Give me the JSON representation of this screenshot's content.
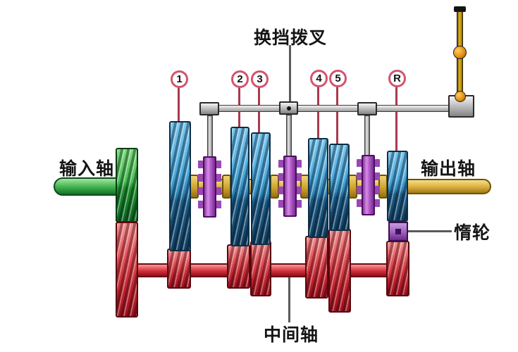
{
  "diagram": {
    "type": "manual-transmission-gearbox-diagram",
    "labels": {
      "shift_fork": "换挡拨叉",
      "input_shaft": "输入轴",
      "output_shaft": "输出轴",
      "counter_shaft": "中间轴",
      "idler_gear": "惰轮"
    },
    "gear_badges": [
      {
        "label": "1"
      },
      {
        "label": "2"
      },
      {
        "label": "3"
      },
      {
        "label": "4"
      },
      {
        "label": "5"
      },
      {
        "label": "R"
      }
    ],
    "colors": {
      "background": "#ffffff",
      "gear_blue_light": "#5fb7e6",
      "gear_blue_dark": "#174e74",
      "gear_green_light": "#55c862",
      "gear_green_dark": "#0f7a22",
      "gear_red_light": "#f59090",
      "gear_red_dark": "#9a0f1c",
      "synchro_purple": "#b05cc8",
      "idler_purple": "#9a5ab8",
      "main_shaft_gold": "#d9ad3c",
      "counter_shaft_red": "#d5303c",
      "input_shaft_green": "#3fae4a",
      "shift_rail_gray": "#b8b8b8",
      "badge_ring_pink": "#d4536e",
      "badge_stem_red": "#a83a4e",
      "pointer_line_gray": "#5a5a5a",
      "lever_gold": "#e8b820",
      "lever_ball_orange": "#e08a10",
      "label_text": "#151515"
    }
  }
}
